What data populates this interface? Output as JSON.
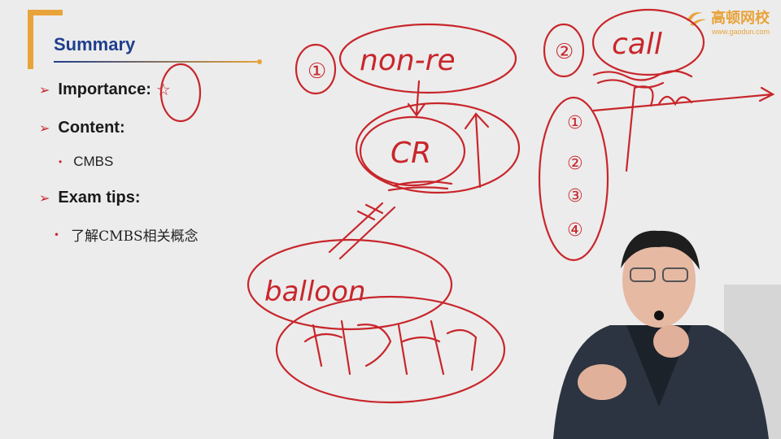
{
  "slide": {
    "title": "Summary",
    "items": [
      {
        "label": "Importance:",
        "star": "☆"
      },
      {
        "label": "Content:"
      },
      {
        "label": "Exam tips:"
      }
    ],
    "content_sub": "CMBS",
    "tips_sub": "了解CMBS相关概念",
    "arrow_glyph": "➢",
    "bullet_glyph": "•"
  },
  "logo": {
    "name": "高顿网校",
    "url": "www.gaodun.com",
    "color": "#e8a33a"
  },
  "annotations": {
    "n1": "①",
    "n2": "②",
    "non_re": "non-re",
    "call": "call",
    "cr": "CR",
    "balloon": "balloon",
    "list": [
      "①",
      "②",
      "③",
      "④"
    ]
  },
  "colors": {
    "ink": "#c8262b",
    "title": "#1f3e8c",
    "accent": "#e8a33a"
  }
}
